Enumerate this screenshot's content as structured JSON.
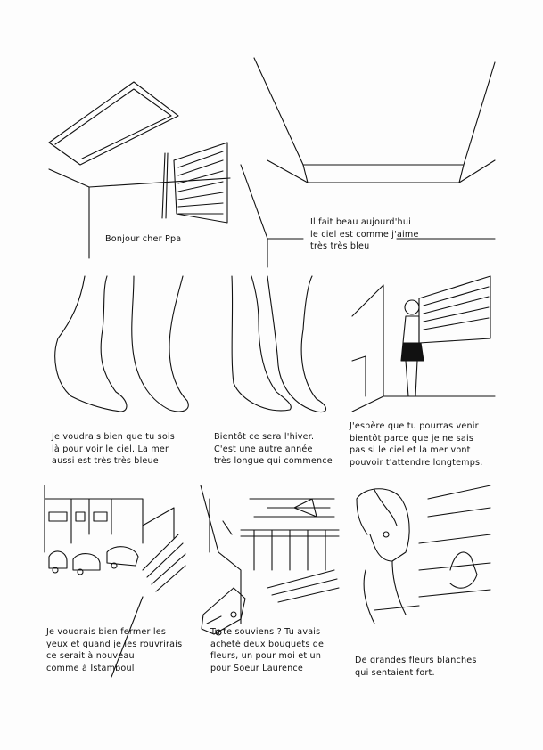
{
  "page": {
    "row1": [
      {
        "id": "panel-window-1",
        "caption": [
          "Bonjour cher Ppa"
        ]
      },
      {
        "id": "panel-skylight",
        "caption": [
          "Il fait beau aujourd'hui",
          "le ciel est comme j'aime",
          "très très bleu"
        ]
      }
    ],
    "row2": [
      {
        "id": "panel-feet-1",
        "caption": [
          "Je voudrais bien que tu sois",
          "là pour voir le ciel. La mer",
          "aussi est très très bleue"
        ]
      },
      {
        "id": "panel-feet-2",
        "caption": [
          "Bientôt ce sera l'hiver.",
          "C'est une autre année",
          "très longue qui commence"
        ]
      },
      {
        "id": "panel-man-window",
        "caption": [
          "J'espère que tu pourras venir",
          "bientôt parce que je ne sais",
          "pas si le ciel et la mer vont",
          "pouvoir t'attendre longtemps."
        ]
      }
    ],
    "row3": [
      {
        "id": "panel-street",
        "caption": [
          "Je voudrais bien fermer les",
          "yeux et quand je les rouvrirais",
          "ce serait à nouveau",
          "comme à Istamboul"
        ]
      },
      {
        "id": "panel-sea-balcony",
        "caption": [
          "Tu te souviens ? Tu avais",
          "acheté deux bouquets de",
          "fleurs, un pour moi et un",
          "pour Soeur Laurence"
        ]
      },
      {
        "id": "panel-woman-blinds",
        "caption": [
          "De grandes fleurs blanches",
          "qui sentaient fort."
        ]
      }
    ]
  }
}
